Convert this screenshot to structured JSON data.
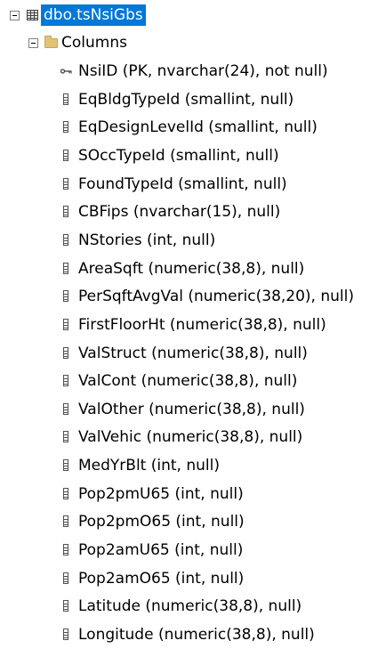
{
  "tree": {
    "table_label": "dbo.tsNsiGbs",
    "folder_label": "Columns",
    "columns": [
      {
        "label": "NsiID (PK, nvarchar(24), not null)",
        "icon": "key-icon"
      },
      {
        "label": "EqBldgTypeId (smallint, null)",
        "icon": "column-icon"
      },
      {
        "label": "EqDesignLevelId (smallint, null)",
        "icon": "column-icon"
      },
      {
        "label": "SOccTypeId (smallint, null)",
        "icon": "column-icon"
      },
      {
        "label": "FoundTypeId (smallint, null)",
        "icon": "column-icon"
      },
      {
        "label": "CBFips (nvarchar(15), null)",
        "icon": "column-icon"
      },
      {
        "label": "NStories (int, null)",
        "icon": "column-icon"
      },
      {
        "label": "AreaSqft (numeric(38,8), null)",
        "icon": "column-icon"
      },
      {
        "label": "PerSqftAvgVal (numeric(38,20), null)",
        "icon": "column-icon"
      },
      {
        "label": "FirstFloorHt (numeric(38,8), null)",
        "icon": "column-icon"
      },
      {
        "label": "ValStruct (numeric(38,8), null)",
        "icon": "column-icon"
      },
      {
        "label": "ValCont (numeric(38,8), null)",
        "icon": "column-icon"
      },
      {
        "label": "ValOther (numeric(38,8), null)",
        "icon": "column-icon"
      },
      {
        "label": "ValVehic (numeric(38,8), null)",
        "icon": "column-icon"
      },
      {
        "label": "MedYrBlt (int, null)",
        "icon": "column-icon"
      },
      {
        "label": "Pop2pmU65 (int, null)",
        "icon": "column-icon"
      },
      {
        "label": "Pop2pmO65 (int, null)",
        "icon": "column-icon"
      },
      {
        "label": "Pop2amU65 (int, null)",
        "icon": "column-icon"
      },
      {
        "label": "Pop2amO65 (int, null)",
        "icon": "column-icon"
      },
      {
        "label": "Latitude (numeric(38,8), null)",
        "icon": "column-icon"
      },
      {
        "label": "Longitude (numeric(38,8), null)",
        "icon": "column-icon"
      }
    ]
  },
  "colors": {
    "selection": "#0078d7",
    "folder": "#e2c275",
    "text": "#000000"
  }
}
